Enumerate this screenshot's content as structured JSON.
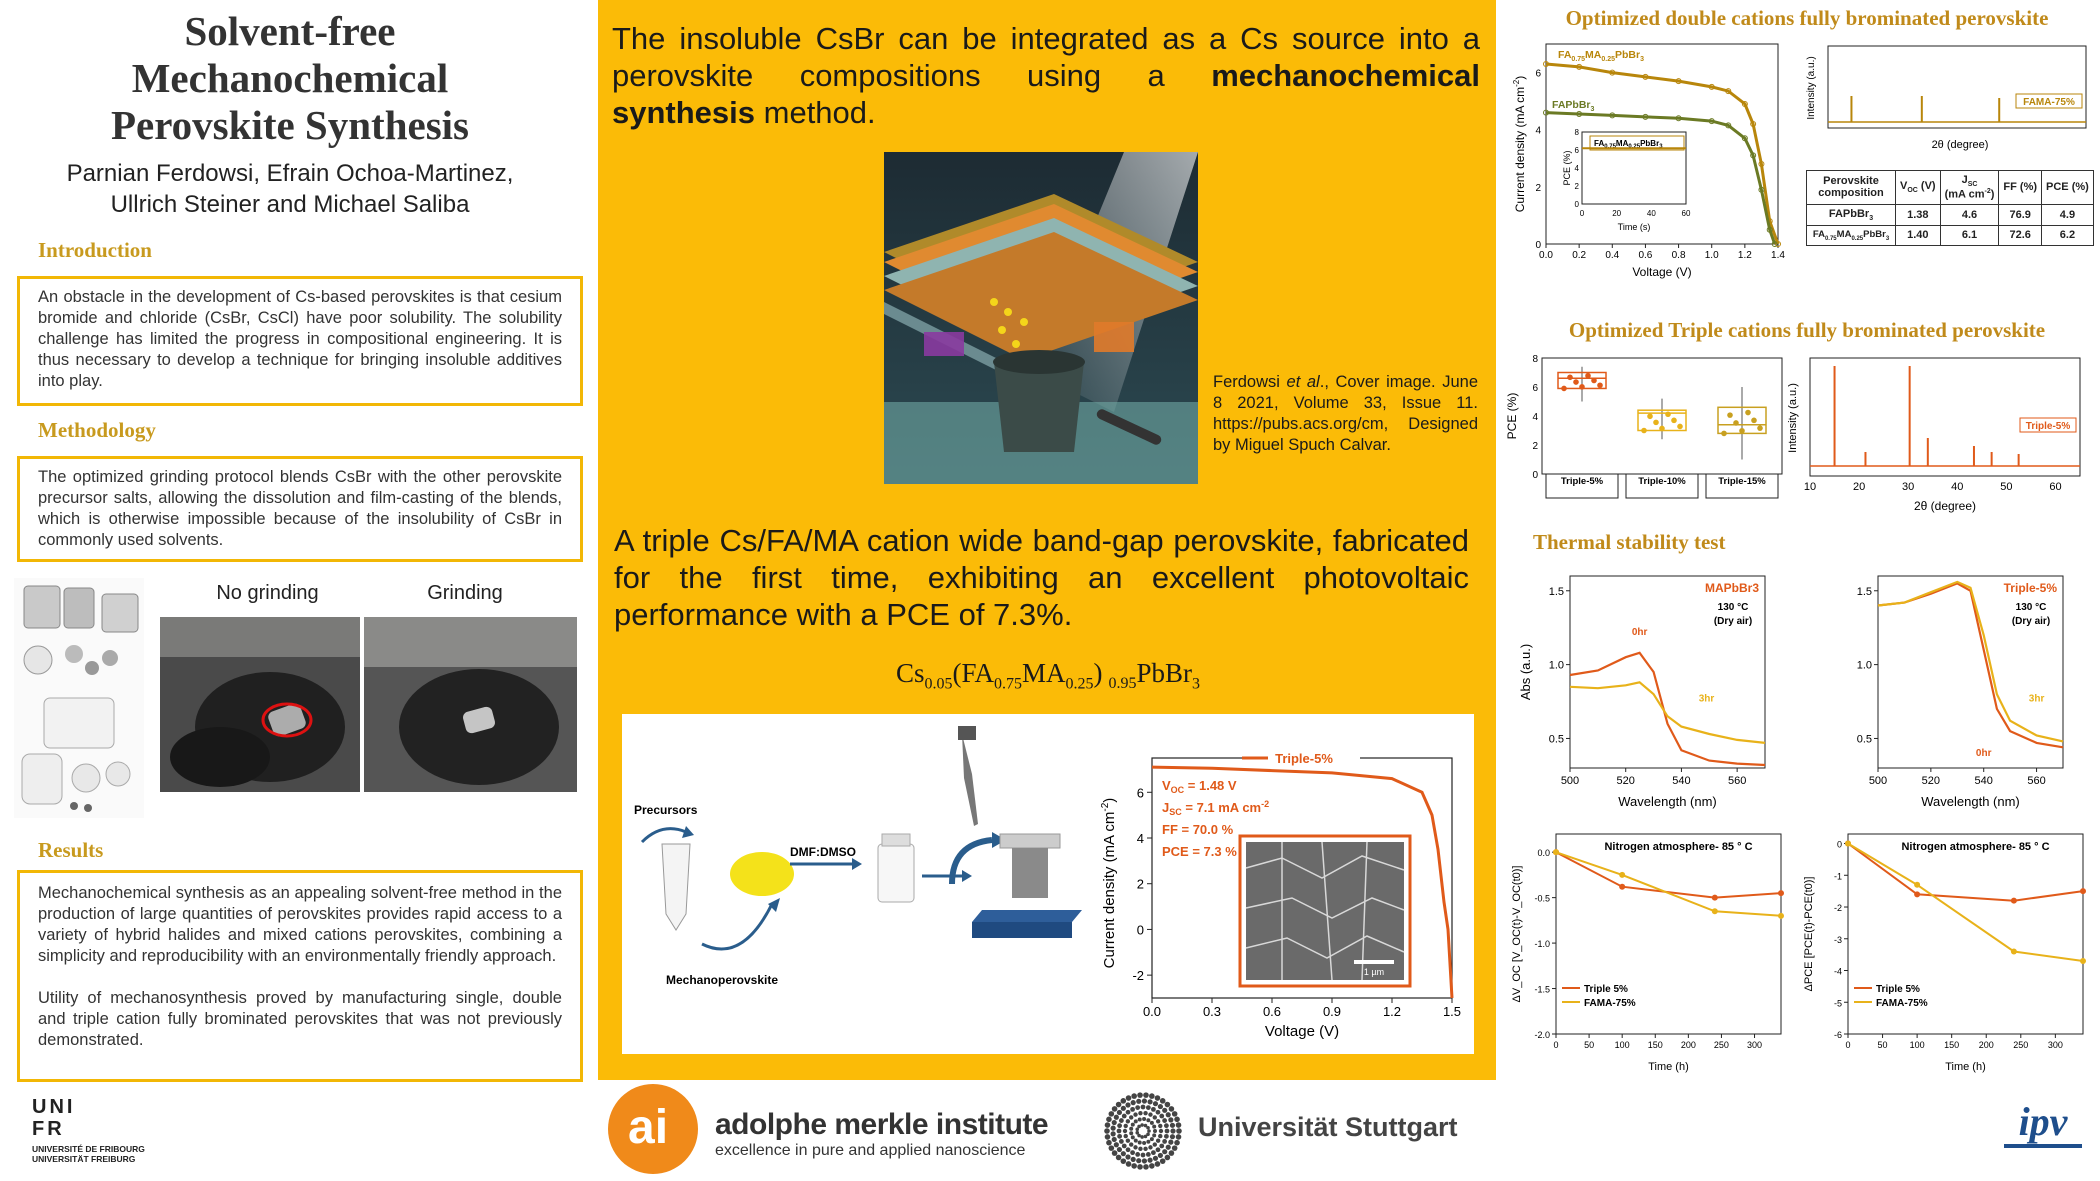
{
  "title": {
    "line1": "Solvent-free",
    "line2": "Mechanochemical",
    "line3": "Perovskite Synthesis"
  },
  "authors": {
    "line1": "Parnian Ferdowsi, Efrain Ochoa-Martinez,",
    "line2": "Ullrich Steiner and Michael Saliba"
  },
  "introduction": {
    "heading": "Introduction",
    "text": "An obstacle in the development of Cs-based perovskites is that cesium bromide and chloride (CsBr, CsCl) have poor solubility. The solubility challenge has limited the progress in compositional engineering. It is thus necessary to develop a technique for bringing insoluble additives into play."
  },
  "methodology": {
    "heading": "Methodology",
    "text": "The optimized grinding protocol blends CsBr with the other perovskite precursor salts, allowing the dissolution and film-casting of the blends, which is otherwise impossible because of the insolubility of CsBr in commonly used solvents."
  },
  "photos": {
    "no_grinding": "No grinding",
    "grinding": "Grinding"
  },
  "results": {
    "heading": "Results",
    "p1": "Mechanochemical synthesis as an appealing solvent-free method in the production of large quantities of perovskites provides rapid access to a variety of hybrid halides and mixed cations perovskites, combining a simplicity and reproducibility with an environmentally friendly approach.",
    "p2": "Utility of mechanosynthesis proved by manufacturing single, double and triple cation fully brominated perovskites that was not previously demonstrated."
  },
  "logos": {
    "unifr_1": "UNI",
    "unifr_2": "FR",
    "unifr_3": "UNIVERSITÉ DE FRIBOURG",
    "unifr_4": "UNIVERSITÄT FREIBURG",
    "ami_name": "adolphe merkle institute",
    "ami_tag": "excellence in pure and applied nanoscience",
    "stuttgart": "Universität Stuttgart",
    "ipv": "ipv"
  },
  "center": {
    "statement1_a": "The insoluble CsBr can be integrated as a Cs source into a perovskite compositions using a ",
    "statement1_bold": "mechanochemical synthesis",
    "statement1_b": " method.",
    "cover_caption_1": "Ferdowsi ",
    "cover_caption_em": "et al",
    "cover_caption_2": "., Cover image. June 8 2021, Volume 33, Issue 11. https://pubs.acs.org/cm, Designed by Miguel Spuch Calvar.",
    "statement2": "A triple Cs/FA/MA cation wide band-gap perovskite, fabricated for the first time, exhibiting an excellent photovoltaic performance with a PCE of 7.3%.",
    "formula": {
      "cs": "Cs",
      "s1": "0.05",
      "fa": "(FA",
      "s2": "0.75",
      "ma": "MA",
      "s3": "0.25",
      "close": ")",
      "s4": "0.95",
      "tail": "PbBr",
      "s5": "3"
    }
  },
  "schematic": {
    "precursors": "Precursors",
    "solvent": "DMF:DMSO",
    "mechanoperovskite": "Mechanoperovskite"
  },
  "jv_triple": {
    "legend": "Triple-5%",
    "voc_label": "V",
    "voc_sub": "OC",
    "voc_val": " = 1.48 V",
    "jsc_label": "J",
    "jsc_sub": "SC",
    "jsc_val": " = 7.1 mA cm",
    "jsc_sup": "-2",
    "ff": "FF = 70.0 %",
    "pce": "PCE = 7.3 %",
    "scale": "1 µm",
    "xlabel": "Voltage (V)",
    "ylabel": "Current density (mA cm",
    "ylabel_sup": "-2",
    "ylabel_end": ")"
  },
  "sections": {
    "double": "Optimized double cations fully brominated perovskite",
    "triple": "Optimized Triple cations fully brominated perovskite",
    "thermal": "Thermal stability test"
  },
  "double_table": {
    "headers": [
      "Perovskite composition",
      "V_OC (V)",
      "J_SC (mA cm-2)",
      "FF (%)",
      "PCE (%)"
    ],
    "rows": [
      [
        "FAPbBr3",
        "1.38",
        "4.6",
        "76.9",
        "4.9"
      ],
      [
        "FA0.75MA0.25PbBr3",
        "1.40",
        "6.1",
        "72.6",
        "6.2"
      ]
    ]
  },
  "chart_data": [
    {
      "type": "line",
      "id": "double-jv",
      "xlabel": "Voltage (V)",
      "ylabel": "Current density (mA cm-2)",
      "xlim": [
        0,
        1.4
      ],
      "ylim": [
        0,
        7
      ],
      "xticks": [
        "0.0",
        "0.2",
        "0.4",
        "0.6",
        "0.8",
        "1.0",
        "1.2",
        "1.4"
      ],
      "yticks": [
        "0",
        "2",
        "4",
        "6"
      ],
      "series": [
        {
          "name": "FA0.75MA0.25PbBr3",
          "color": "#b8860b",
          "x": [
            0,
            0.2,
            0.4,
            0.6,
            0.8,
            1.0,
            1.1,
            1.2,
            1.25,
            1.3,
            1.35,
            1.4
          ],
          "y": [
            6.3,
            6.2,
            6.0,
            5.85,
            5.7,
            5.5,
            5.35,
            4.9,
            4.2,
            2.8,
            0.8,
            0
          ]
        },
        {
          "name": "FAPbBr3",
          "color": "#6b7a24",
          "x": [
            0,
            0.2,
            0.4,
            0.6,
            0.8,
            1.0,
            1.1,
            1.2,
            1.25,
            1.3,
            1.35,
            1.38
          ],
          "y": [
            4.6,
            4.55,
            4.5,
            4.45,
            4.4,
            4.3,
            4.15,
            3.7,
            3.1,
            1.9,
            0.5,
            0
          ]
        }
      ]
    },
    {
      "type": "line",
      "id": "double-inset-pce",
      "xlabel": "Time (s)",
      "ylabel": "PCE (%)",
      "legend": "FA0.75MA0.25PbBr3",
      "xlim": [
        0,
        60
      ],
      "ylim": [
        0,
        8
      ],
      "xticks": [
        "0",
        "20",
        "40",
        "60"
      ],
      "yticks": [
        "0",
        "2",
        "4",
        "6",
        "8"
      ],
      "series": [
        {
          "name": "FA0.75MA0.25PbBr3",
          "x": [
            0,
            60
          ],
          "y": [
            6.2,
            6.2
          ]
        }
      ]
    },
    {
      "type": "line",
      "id": "double-xrd",
      "xlabel": "2θ (degree)",
      "ylabel": "Intensity (a.u.)",
      "legend": "FAMA-75%",
      "series": [
        {
          "name": "FAMA-75%",
          "peaks_x": [
            15,
            30,
            46.5
          ]
        }
      ]
    },
    {
      "type": "scatter",
      "id": "triple-pce-box",
      "ylabel": "PCE (%)",
      "categories": [
        "Triple-5%",
        "Triple-10%",
        "Triple-15%"
      ],
      "ylim": [
        0,
        8
      ],
      "yticks": [
        "0",
        "2",
        "4",
        "6",
        "8"
      ],
      "series": [
        {
          "name": "PCE",
          "medians": [
            6.6,
            4.2,
            3.4
          ],
          "q1": [
            5.9,
            3.0,
            2.8
          ],
          "q3": [
            7.0,
            4.4,
            4.6
          ],
          "min": [
            5.0,
            2.4,
            1.0
          ],
          "max": [
            7.4,
            5.2,
            6.0
          ]
        }
      ]
    },
    {
      "type": "line",
      "id": "triple-xrd",
      "xlabel": "2θ (degree)",
      "ylabel": "Intensity (a.u.)",
      "legend": "Triple-5%",
      "xlim": [
        10,
        65
      ],
      "xticks": [
        "10",
        "20",
        "30",
        "40",
        "50",
        "60"
      ],
      "series": [
        {
          "name": "Triple-5%",
          "peaks_x": [
            15,
            21.3,
            30.3,
            34,
            43.4,
            47,
            52.5
          ]
        }
      ]
    },
    {
      "type": "line",
      "id": "abs-mapbbr3",
      "title": "MAPbBr3",
      "note1": "130 °C",
      "note2": "(Dry air)",
      "xlabel": "Wavelength (nm)",
      "ylabel": "Abs (a.u.)",
      "xlim": [
        500,
        570
      ],
      "ylim": [
        0.3,
        1.6
      ],
      "xticks": [
        "500",
        "520",
        "540",
        "560"
      ],
      "yticks": [
        "0.5",
        "1.0",
        "1.5"
      ],
      "series": [
        {
          "name": "0hr",
          "color": "#e05a1a",
          "x": [
            500,
            510,
            520,
            525,
            530,
            535,
            540,
            550,
            560,
            570
          ],
          "y": [
            0.93,
            0.96,
            1.05,
            1.08,
            0.95,
            0.6,
            0.42,
            0.35,
            0.33,
            0.32
          ]
        },
        {
          "name": "3hr",
          "color": "#e8b21a",
          "x": [
            500,
            510,
            520,
            525,
            530,
            535,
            540,
            550,
            560,
            570
          ],
          "y": [
            0.85,
            0.84,
            0.86,
            0.88,
            0.8,
            0.65,
            0.58,
            0.53,
            0.49,
            0.47
          ]
        }
      ]
    },
    {
      "type": "line",
      "id": "abs-triple",
      "title": "Triple-5%",
      "note1": "130 °C",
      "note2": "(Dry air)",
      "xlabel": "Wavelength (nm)",
      "xlim": [
        500,
        570
      ],
      "ylim": [
        0.3,
        1.6
      ],
      "xticks": [
        "500",
        "520",
        "540",
        "560"
      ],
      "yticks": [
        "0.5",
        "1.0",
        "1.5"
      ],
      "series": [
        {
          "name": "0hr",
          "color": "#e05a1a",
          "x": [
            500,
            510,
            520,
            530,
            535,
            540,
            545,
            550,
            560,
            570
          ],
          "y": [
            1.4,
            1.42,
            1.48,
            1.55,
            1.5,
            1.1,
            0.7,
            0.55,
            0.47,
            0.44
          ]
        },
        {
          "name": "3hr",
          "color": "#e8b21a",
          "x": [
            500,
            510,
            520,
            530,
            535,
            540,
            545,
            550,
            560,
            570
          ],
          "y": [
            1.4,
            1.42,
            1.49,
            1.56,
            1.52,
            1.2,
            0.8,
            0.62,
            0.52,
            0.48
          ]
        }
      ]
    },
    {
      "type": "line",
      "id": "dvoc",
      "title": "Nitrogen atmosphere- 85 ° C",
      "xlabel": "Time (h)",
      "ylabel": "ΔV_OC [V_OC(t)-V_OC(t0)]",
      "xlim": [
        0,
        340
      ],
      "ylim": [
        -2.0,
        0.2
      ],
      "xticks": [
        "0",
        "50",
        "100",
        "150",
        "200",
        "250",
        "300"
      ],
      "yticks": [
        "0.0",
        "-0.5",
        "-1.0",
        "-1.5",
        "-2.0"
      ],
      "series": [
        {
          "name": "Triple 5%",
          "color": "#e05a1a",
          "x": [
            0,
            100,
            240,
            340
          ],
          "y": [
            0,
            -0.38,
            -0.5,
            -0.45
          ]
        },
        {
          "name": "FAMA-75%",
          "color": "#e8b21a",
          "x": [
            0,
            100,
            240,
            340
          ],
          "y": [
            0,
            -0.25,
            -0.65,
            -0.7
          ]
        }
      ]
    },
    {
      "type": "line",
      "id": "dpce",
      "title": "Nitrogen atmosphere- 85 ° C",
      "xlabel": "Time (h)",
      "ylabel": "ΔPCE [PCE(t)-PCE(t0)]",
      "xlim": [
        0,
        340
      ],
      "ylim": [
        -6,
        0.3
      ],
      "xticks": [
        "0",
        "50",
        "100",
        "150",
        "200",
        "250",
        "300"
      ],
      "yticks": [
        "0",
        "-1",
        "-2",
        "-3",
        "-4",
        "-5",
        "-6"
      ],
      "series": [
        {
          "name": "Triple 5%",
          "color": "#e05a1a",
          "x": [
            0,
            100,
            240,
            340
          ],
          "y": [
            0,
            -1.6,
            -1.8,
            -1.5
          ]
        },
        {
          "name": "FAMA-75%",
          "color": "#e8b21a",
          "x": [
            0,
            100,
            240,
            340
          ],
          "y": [
            0,
            -1.3,
            -3.4,
            -3.7
          ]
        }
      ]
    },
    {
      "type": "line",
      "id": "triple-jv",
      "xlabel": "Voltage (V)",
      "ylabel": "Current density (mA cm-2)",
      "xlim": [
        0,
        1.5
      ],
      "ylim": [
        -3,
        7.5
      ],
      "xticks": [
        "0.0",
        "0.3",
        "0.6",
        "0.9",
        "1.2",
        "1.5"
      ],
      "yticks": [
        "-2",
        "0",
        "2",
        "4",
        "6"
      ],
      "series": [
        {
          "name": "Triple-5%",
          "color": "#e05a1a",
          "x": [
            0,
            0.3,
            0.6,
            0.9,
            1.2,
            1.35,
            1.4,
            1.43,
            1.46,
            1.48,
            1.5
          ],
          "y": [
            7.1,
            7.05,
            6.95,
            6.85,
            6.6,
            6.0,
            5.0,
            3.5,
            1.2,
            0,
            -3
          ]
        }
      ]
    }
  ]
}
